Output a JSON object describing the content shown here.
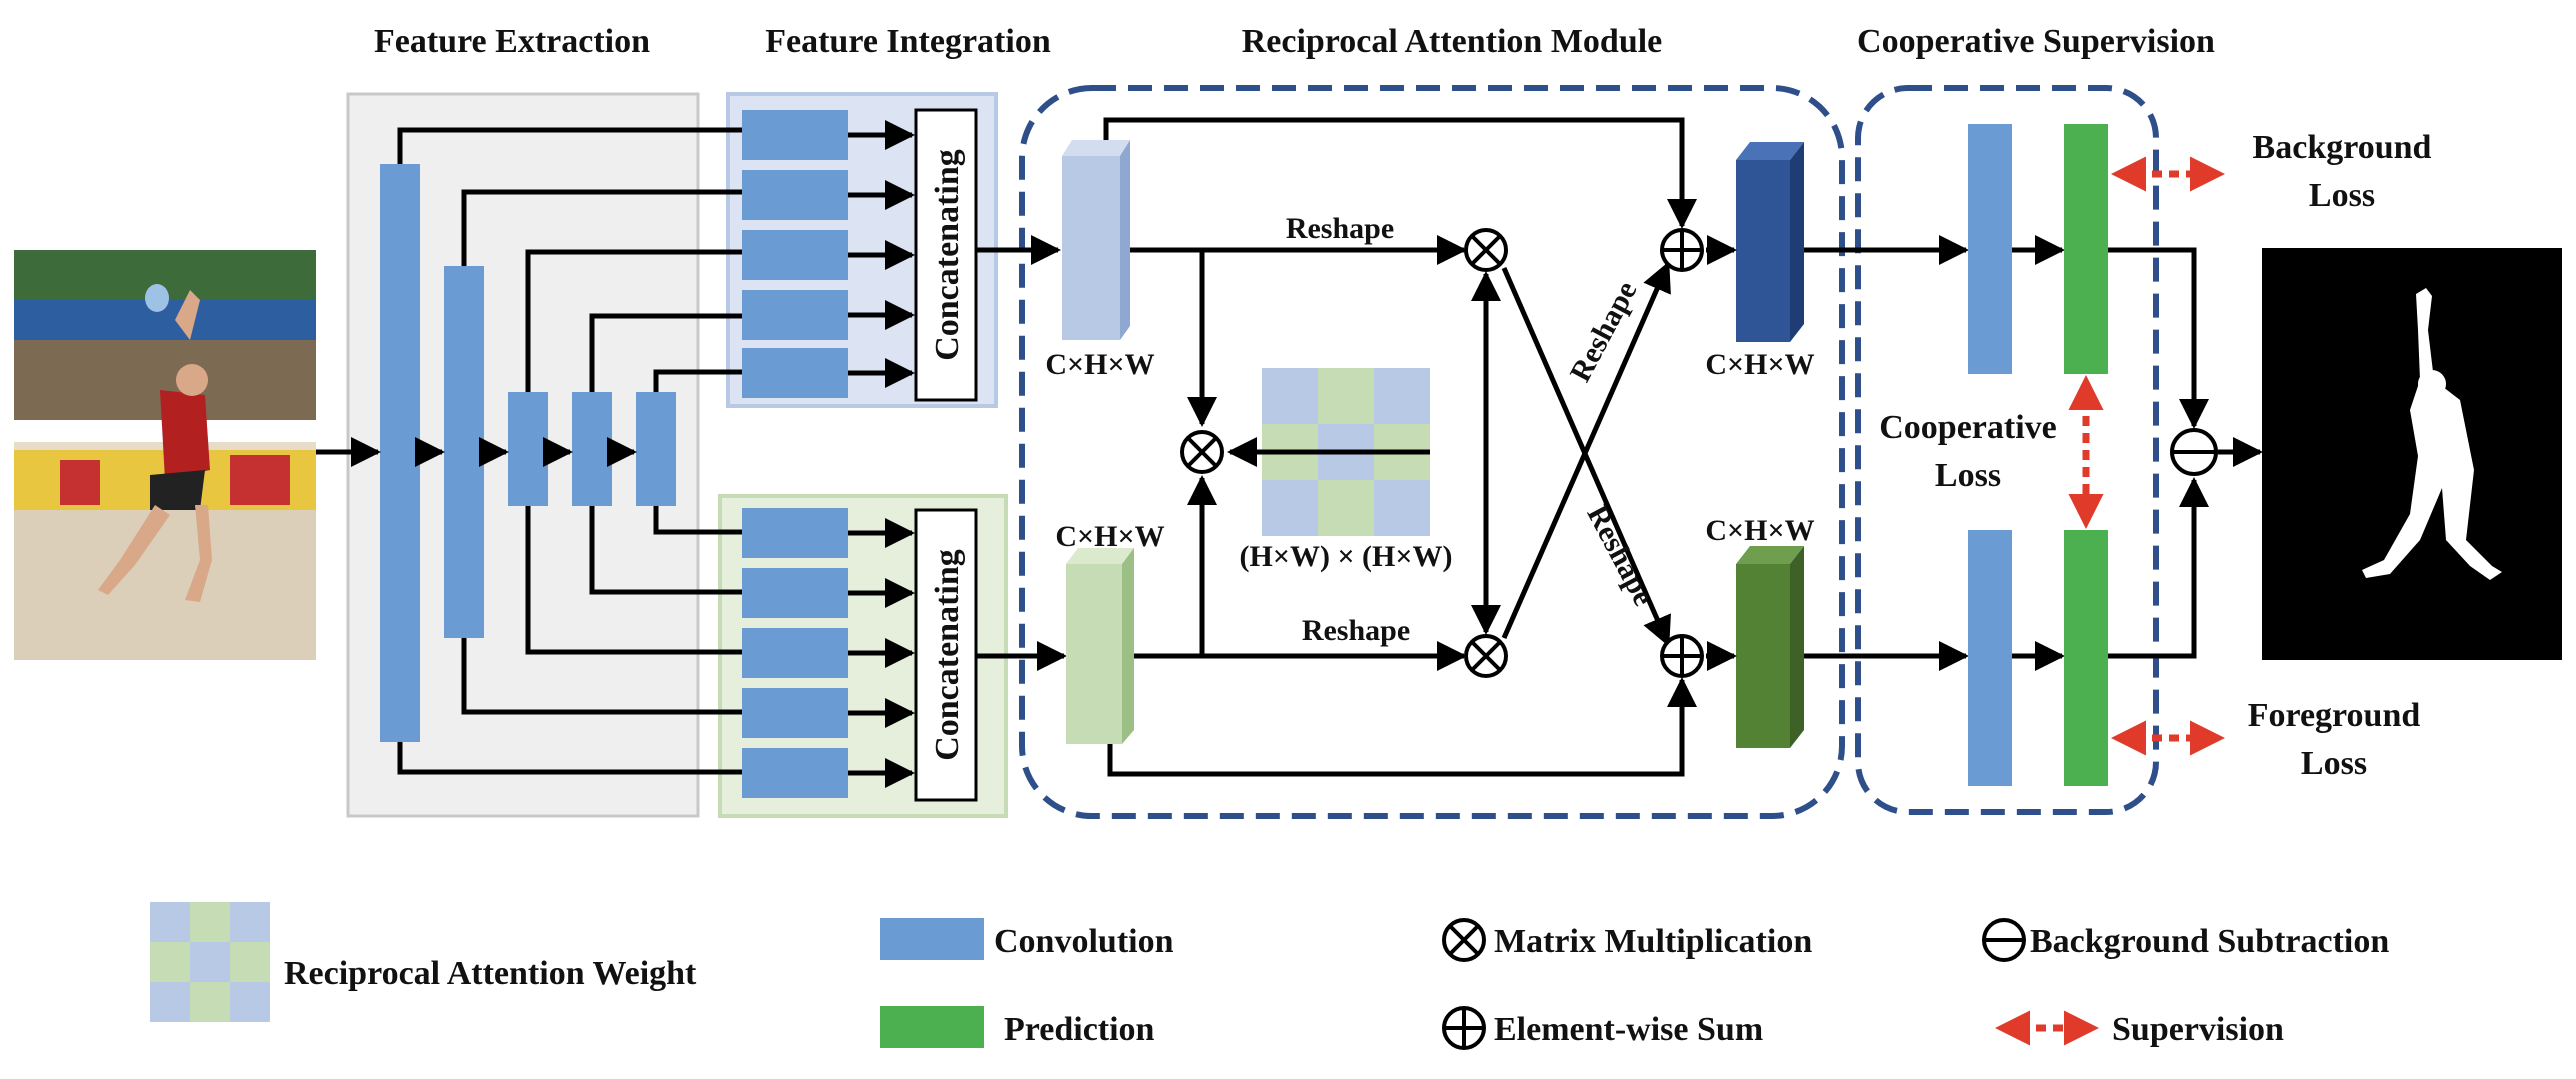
{
  "sections": {
    "feature_extraction": "Feature Extraction",
    "feature_integration": "Feature Integration",
    "reciprocal_attention": "Reciprocal Attention Module",
    "cooperative_supervision": "Cooperative Supervision"
  },
  "labels": {
    "concat_top": "Concatenating",
    "concat_bottom": "Concatenating",
    "reshape_top": "Reshape",
    "reshape_bottom": "Reshape",
    "reshape_diag_up": "Reshape",
    "reshape_diag_down": "Reshape",
    "chw_1": "C×H×W",
    "chw_2": "C×H×W",
    "chw_3": "C×H×W",
    "chw_4": "C×H×W",
    "hwhw": "(H×W) × (H×W)",
    "cooperative_loss_1": "Cooperative",
    "cooperative_loss_2": "Loss",
    "background_loss_1": "Background",
    "background_loss_2": "Loss",
    "foreground_loss_1": "Foreground",
    "foreground_loss_2": "Loss"
  },
  "legend": {
    "attention_weight": "Reciprocal Attention Weight",
    "convolution": "Convolution",
    "prediction": "Prediction",
    "matrix_mult": "Matrix Multiplication",
    "elementwise_sum": "Element-wise Sum",
    "background_subtraction": "Background Subtraction",
    "supervision": "Supervision"
  },
  "colors": {
    "convolution": "#6a9bd2",
    "prediction": "#4caf50",
    "feature_blue": "#b8c9e6",
    "feature_green": "#c5dcb5",
    "dark_blue": "#2f5597",
    "dark_green": "#548235",
    "dashed_border": "#2f4f8a",
    "supervision": "#e03a2a",
    "panel_grey": "#efefef",
    "panel_blue": "#dce4f4",
    "panel_green": "#e6efdb"
  },
  "icons": {
    "matrix_multiplication": "circle-times-icon",
    "elementwise_sum": "circle-plus-icon",
    "background_subtraction": "circle-minus-icon",
    "supervision": "double-arrow-dashed-icon"
  }
}
